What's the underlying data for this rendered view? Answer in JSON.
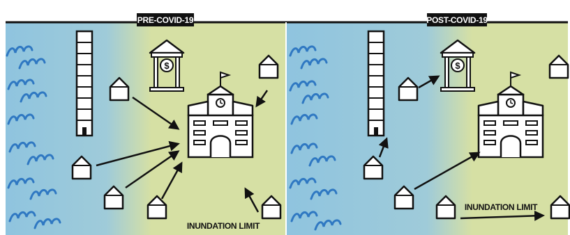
{
  "panels": [
    {
      "title": "PRE-COVID-19",
      "annotation": "INUNDATION LIMIT"
    },
    {
      "title": "POST-COVID-19",
      "annotation": "INUNDATION LIMIT"
    }
  ],
  "colors": {
    "water": "#8fc4df",
    "land": "#d6e0a4",
    "waves": "#2f78c2",
    "ink": "#111111",
    "building_fill": "#ffffff",
    "title_bg": "#111111",
    "title_text": "#ffffff"
  },
  "icons": [
    "wave-icon",
    "tower-icon",
    "bank-icon",
    "school-icon",
    "house-icon",
    "arrow-icon"
  ]
}
